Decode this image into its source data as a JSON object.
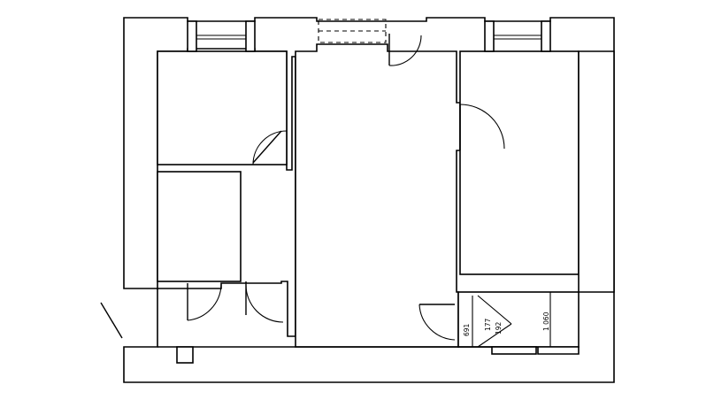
{
  "dimensions": {
    "d1": "691",
    "d2": "177",
    "d3": "192",
    "d4": "1 060"
  }
}
